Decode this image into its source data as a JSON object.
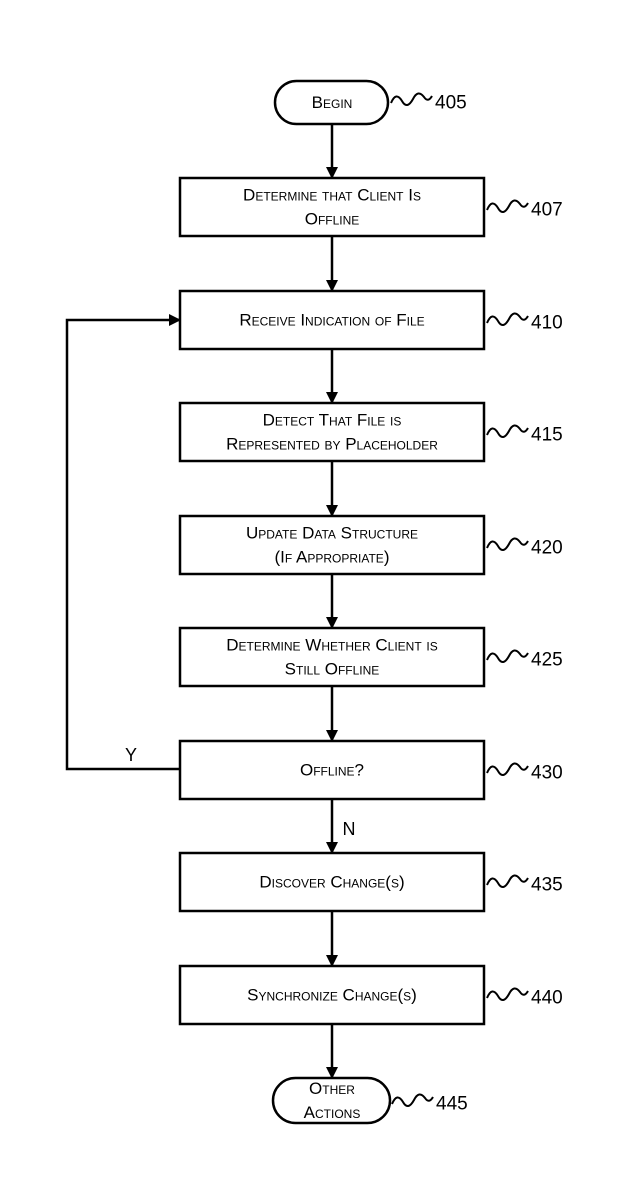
{
  "flowchart": {
    "begin": {
      "lines": [
        "Begin"
      ],
      "ref": "405"
    },
    "steps": [
      {
        "id": "s407",
        "lines": [
          "Determine that Client Is",
          "Offline"
        ],
        "ref": "407"
      },
      {
        "id": "s410",
        "lines": [
          "Receive Indication of File"
        ],
        "ref": "410"
      },
      {
        "id": "s415",
        "lines": [
          "Detect That File is",
          "Represented by Placeholder"
        ],
        "ref": "415"
      },
      {
        "id": "s420",
        "lines": [
          "Update Data Structure",
          "(If Appropriate)"
        ],
        "ref": "420"
      },
      {
        "id": "s425",
        "lines": [
          "Determine Whether Client is",
          "Still Offline"
        ],
        "ref": "425"
      },
      {
        "id": "s430",
        "lines": [
          "Offline?"
        ],
        "ref": "430"
      },
      {
        "id": "s435",
        "lines": [
          "Discover Change(s)"
        ],
        "ref": "435"
      },
      {
        "id": "s440",
        "lines": [
          "Synchronize Change(s)"
        ],
        "ref": "440"
      }
    ],
    "end": {
      "lines": [
        "Other",
        "Actions"
      ],
      "ref": "445"
    },
    "branch_yes": "Y",
    "branch_no": "N"
  }
}
